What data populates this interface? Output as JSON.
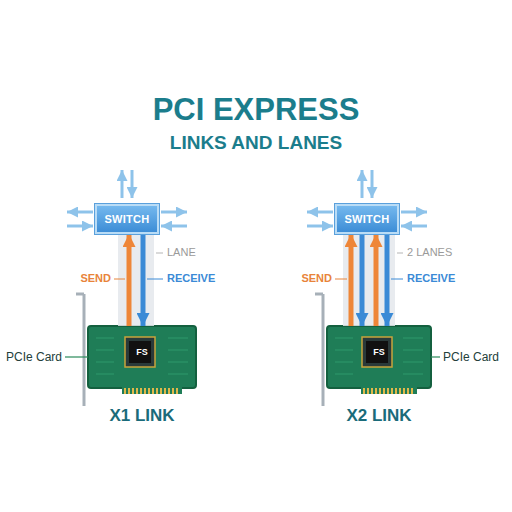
{
  "diagram": {
    "title": "PCI EXPRESS",
    "nodes": [
      {
        "text": [
          "SWITCH"
        ]
      },
      {
        "text": [
          "PCIe Card"
        ]
      },
      {
        "text": [
          "SWITCH"
        ]
      },
      {
        "text": [
          "PCIe Card"
        ]
      }
    ],
    "edges": [
      {
        "from": 1,
        "to": 0,
        "arrow": "to"
      },
      {
        "from": 0,
        "to": 1,
        "arrow": "to"
      },
      {
        "from": 3,
        "to": 2,
        "arrow": "to"
      },
      {
        "from": 2,
        "to": 3,
        "arrow": "to"
      },
      {
        "from": 3,
        "to": 2,
        "arrow": "to"
      },
      {
        "from": 2,
        "to": 3,
        "arrow": "to"
      }
    ],
    "labels": [
      "LINKS AND LANES",
      "LANE",
      "SEND",
      "RECEIVE",
      "X1 LINK",
      "FS",
      "2 LANES",
      "SEND",
      "RECEIVE",
      "X2 LINK",
      "FS"
    ]
  }
}
